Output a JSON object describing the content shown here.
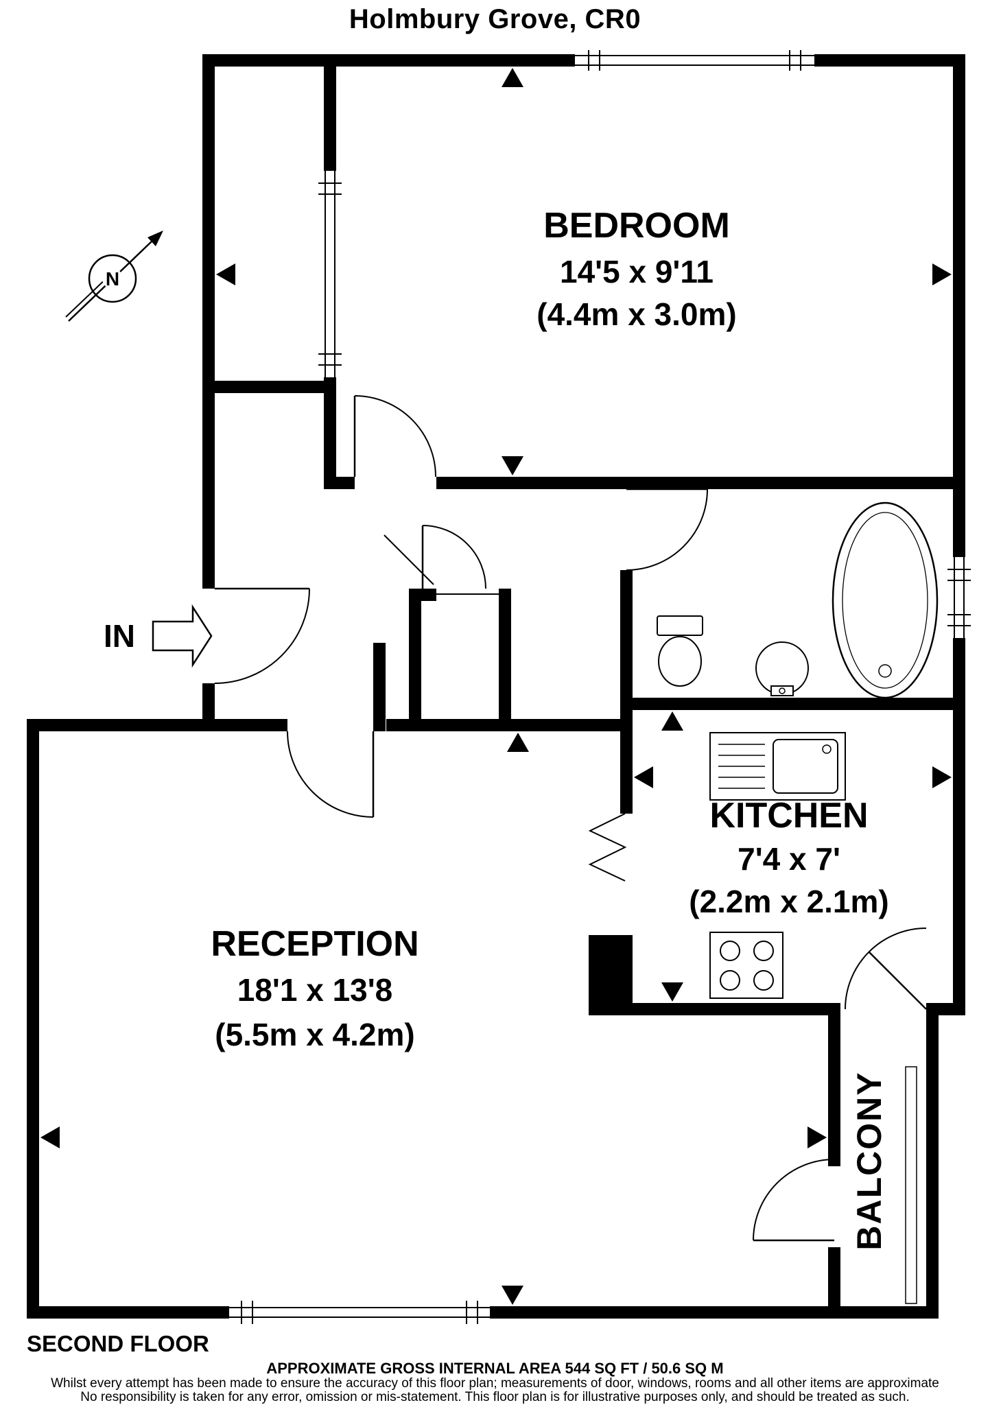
{
  "title": "Holmbury Grove, CR0",
  "compass": {
    "north_label": "N"
  },
  "entrance": {
    "label": "IN"
  },
  "rooms": {
    "bedroom": {
      "name": "BEDROOM",
      "dimensions_imperial": "14'5 x 9'11",
      "dimensions_metric": "(4.4m x 3.0m)"
    },
    "reception": {
      "name": "RECEPTION",
      "dimensions_imperial": "18'1 x 13'8",
      "dimensions_metric": "(5.5m x 4.2m)"
    },
    "kitchen": {
      "name": "KITCHEN",
      "dimensions_imperial": "7'4 x 7'",
      "dimensions_metric": "(2.2m x 2.1m)"
    },
    "balcony": {
      "name": "BALCONY"
    }
  },
  "footer": {
    "floor_label": "SECOND FLOOR",
    "area_label": "APPROXIMATE GROSS INTERNAL AREA 544 SQ FT / 50.6 SQ M",
    "disclaimer_line1": "Whilst every attempt has been made to ensure the accuracy of this floor plan; measurements of door, windows, rooms and all other items are approximate",
    "disclaimer_line2": "No responsibility is taken for any error, omission or mis-statement. This floor plan is for illustrative purposes only, and should be treated as such."
  },
  "colors": {
    "walls": "#000000",
    "background": "#ffffff"
  }
}
